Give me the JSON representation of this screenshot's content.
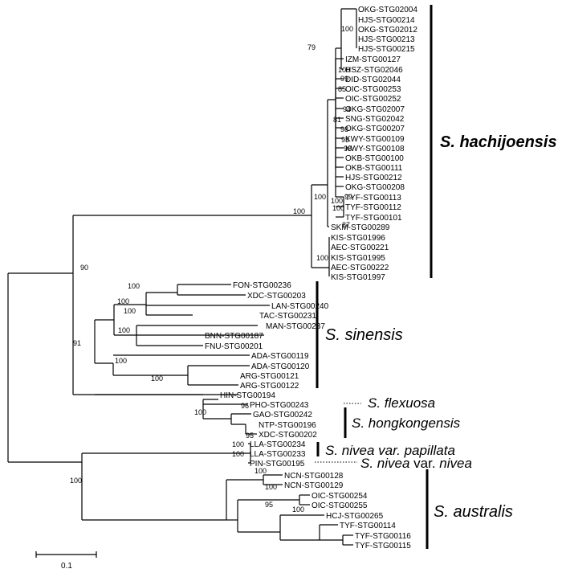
{
  "tree": {
    "leaves": [
      "OKG-STG02004",
      "HJS-STG00214",
      "OKG-STG02012",
      "HJS-STG00213",
      "HJS-STG00215",
      "IZM-STG00127",
      "HSZ-STG02046",
      "DID-STG02044",
      "OIC-STG00253",
      "OIC-STG00252",
      "OKG-STG02007",
      "SNG-STG02042",
      "OKG-STG00207",
      "KWY-STG00109",
      "KWY-STG00108",
      "OKB-STG00100",
      "OKB-STG00111",
      "HJS-STG00212",
      "OKG-STG00208",
      "TYF-STG00113",
      "TYF-STG00112",
      "TYF-STG00101",
      "SKM-STG00289",
      "KIS-STG01996",
      "AEC-STG00221",
      "KIS-STG01995",
      "AEC-STG00222",
      "KIS-STG01997",
      "FON-STG00236",
      "XDC-STG00203",
      "LAN-STG00240",
      "TAC-STG00231",
      "MAN-STG00237",
      "BNN-STG00187",
      "FNU-STG00201",
      "ADA-STG00119",
      "ADA-STG00120",
      "ARG-STG00121",
      "ARG-STG00122",
      "HIN-STG00194",
      "PHO-STG00243",
      "GAO-STG00242",
      "NTP-STG00196",
      "XDC-STG00202",
      "LLA-STG00234",
      "LLA-STG00233",
      "PIN-STG00195",
      "NCN-STG00128",
      "NCN-STG00129",
      "OIC-STG00254",
      "OIC-STG00255",
      "HCJ-STG00265",
      "TYF-STG00114",
      "TYF-STG00116",
      "TYF-STG00115"
    ],
    "bootstrap": [
      "79",
      "100",
      "100",
      "99",
      "85",
      "94",
      "81",
      "98",
      "93",
      "98",
      "99",
      "100",
      "100",
      "100",
      "87",
      "100",
      "100",
      "90",
      "100",
      "100",
      "100",
      "100",
      "91",
      "100",
      "100",
      "96",
      "95",
      "100",
      "100",
      "100",
      "100",
      "100",
      "100",
      "95",
      "100"
    ],
    "clades": {
      "hachijoensis": "S. hachijoensis",
      "sinensis": "S. sinensis",
      "flexuosa": "S. flexuosa",
      "hongkongensis": "S. hongkongensis",
      "papillata_prefix": "S. nivea",
      "papillata_rest": " var. papillata",
      "nivea_prefix": "S. nivea",
      "nivea_mid": " var. ",
      "nivea_rest": "nivea",
      "australis": "S. australis"
    },
    "scale_label": "0.1"
  }
}
